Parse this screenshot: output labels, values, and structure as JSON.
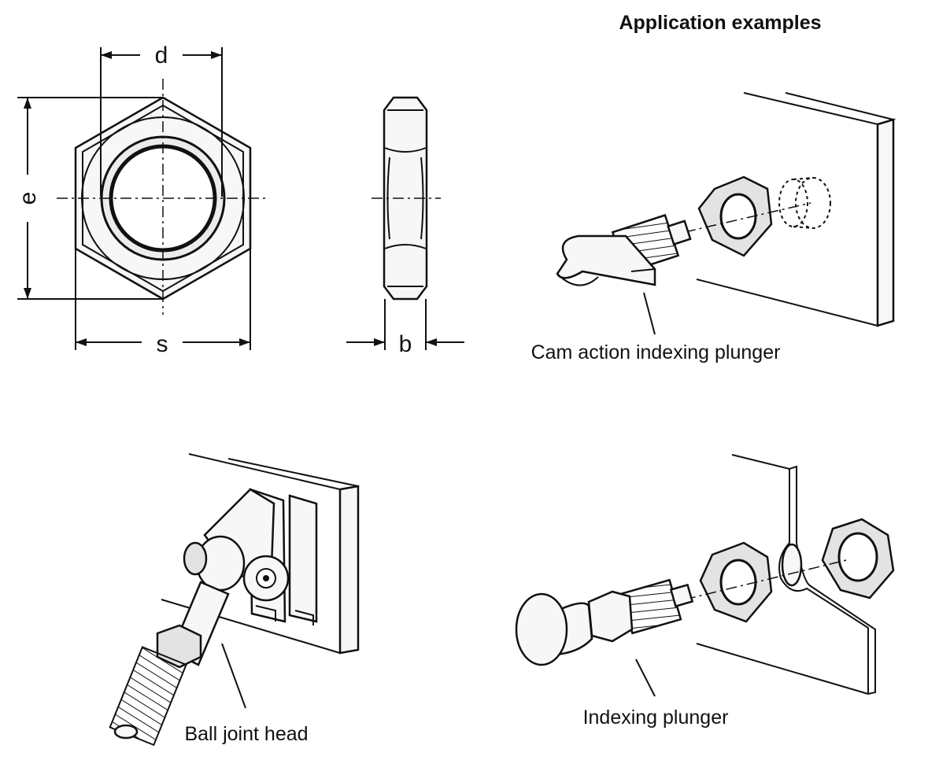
{
  "title": "Application examples",
  "dimensions": {
    "d": "d",
    "e": "e",
    "s": "s",
    "b": "b"
  },
  "captions": {
    "cam": "Cam action indexing plunger",
    "ball": "Ball joint head",
    "index": "Indexing plunger"
  }
}
